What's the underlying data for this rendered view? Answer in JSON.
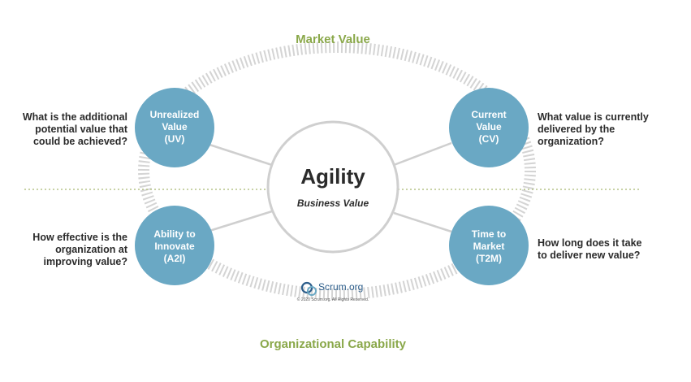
{
  "headings": {
    "top": "Market Value",
    "bottom": "Organizational Capability"
  },
  "center": {
    "title": "Agility",
    "subtitle": "Business Value"
  },
  "nodes": {
    "uv": {
      "label_lines": [
        "Unrealized",
        "Value",
        "(UV)"
      ]
    },
    "cv": {
      "label_lines": [
        "Current",
        "Value",
        "(CV)"
      ]
    },
    "a2i": {
      "label_lines": [
        "Ability to",
        "Innovate",
        "(A2I)"
      ]
    },
    "t2m": {
      "label_lines": [
        "Time to",
        "Market",
        "(T2M)"
      ]
    }
  },
  "questions": {
    "uv": [
      "What is the additional",
      "potential value that",
      "could be achieved?"
    ],
    "cv": [
      "What value is currently",
      "delivered by the",
      "organization?"
    ],
    "a2i": [
      "How effective is the",
      "organization at",
      "improving value?"
    ],
    "t2m": [
      "How long does it take",
      "to deliver new value?"
    ]
  },
  "logo": {
    "text": "Scrum.org",
    "copyright": "© 2020 Scrum.org. All Rights Reserved."
  },
  "colors": {
    "node_fill": "#6aa8c4",
    "heading_green": "#8aa84a",
    "ring_gray": "#d4d4d4",
    "line_gray": "#cfcfcf",
    "dotted_line": "#a8b870"
  }
}
